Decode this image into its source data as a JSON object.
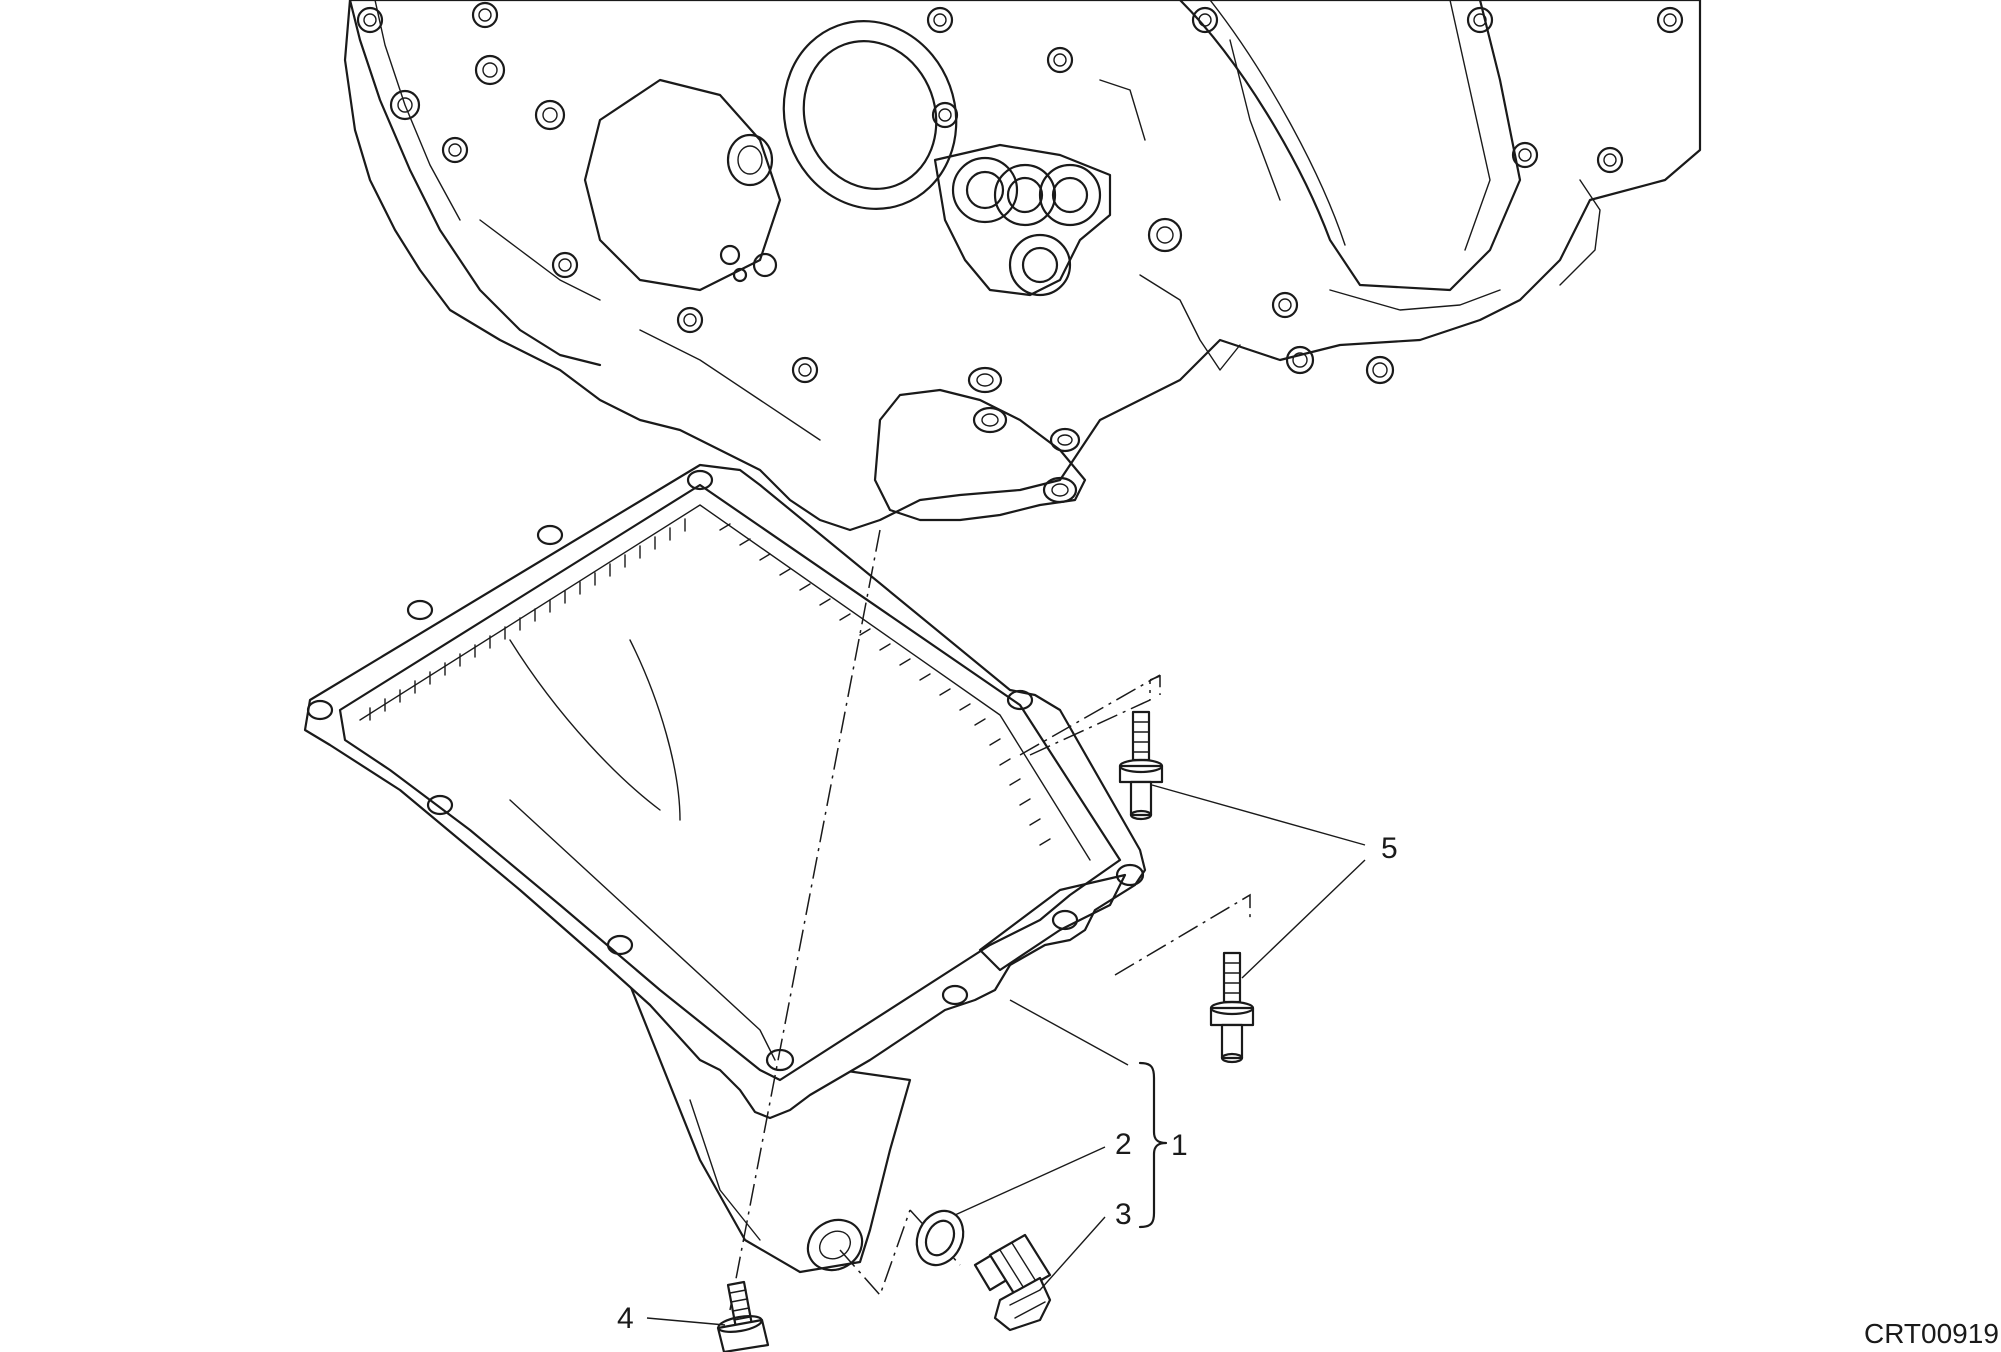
{
  "callouts": {
    "c1": "1",
    "c2": "2",
    "c3": "3",
    "c4": "4",
    "c5": "5"
  },
  "drawing_code": "CRT00919"
}
